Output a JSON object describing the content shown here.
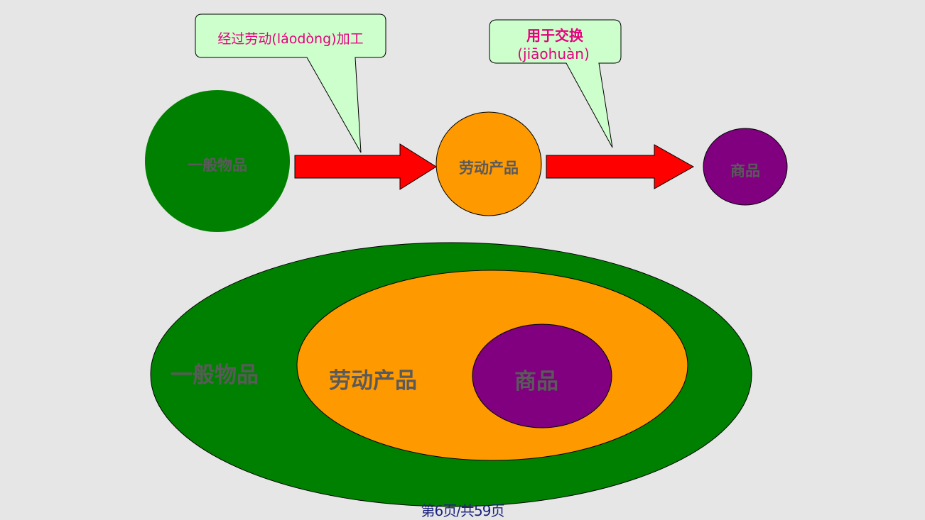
{
  "colors": {
    "background": "#e6e6e6",
    "general_item": "#008000",
    "labor_product": "#ff9900",
    "commodity": "#800080",
    "arrow": "#ff0000",
    "callout_fill": "#ccffcc",
    "callout_text": "#e6007e",
    "label_text": "#5a5a5a",
    "footer_text": "#1a237e"
  },
  "callouts": {
    "processing": "经过劳动(láodòng)加工",
    "exchange_title": "用于交换",
    "exchange_pinyin": "(jiāohuàn)"
  },
  "flow": {
    "general_item": "一般物品",
    "labor_product": "劳动产品",
    "commodity": "商品"
  },
  "nested": {
    "general_item": "一般物品",
    "labor_product": "劳动产品",
    "commodity": "商品"
  },
  "footer": "第6页/共59页"
}
